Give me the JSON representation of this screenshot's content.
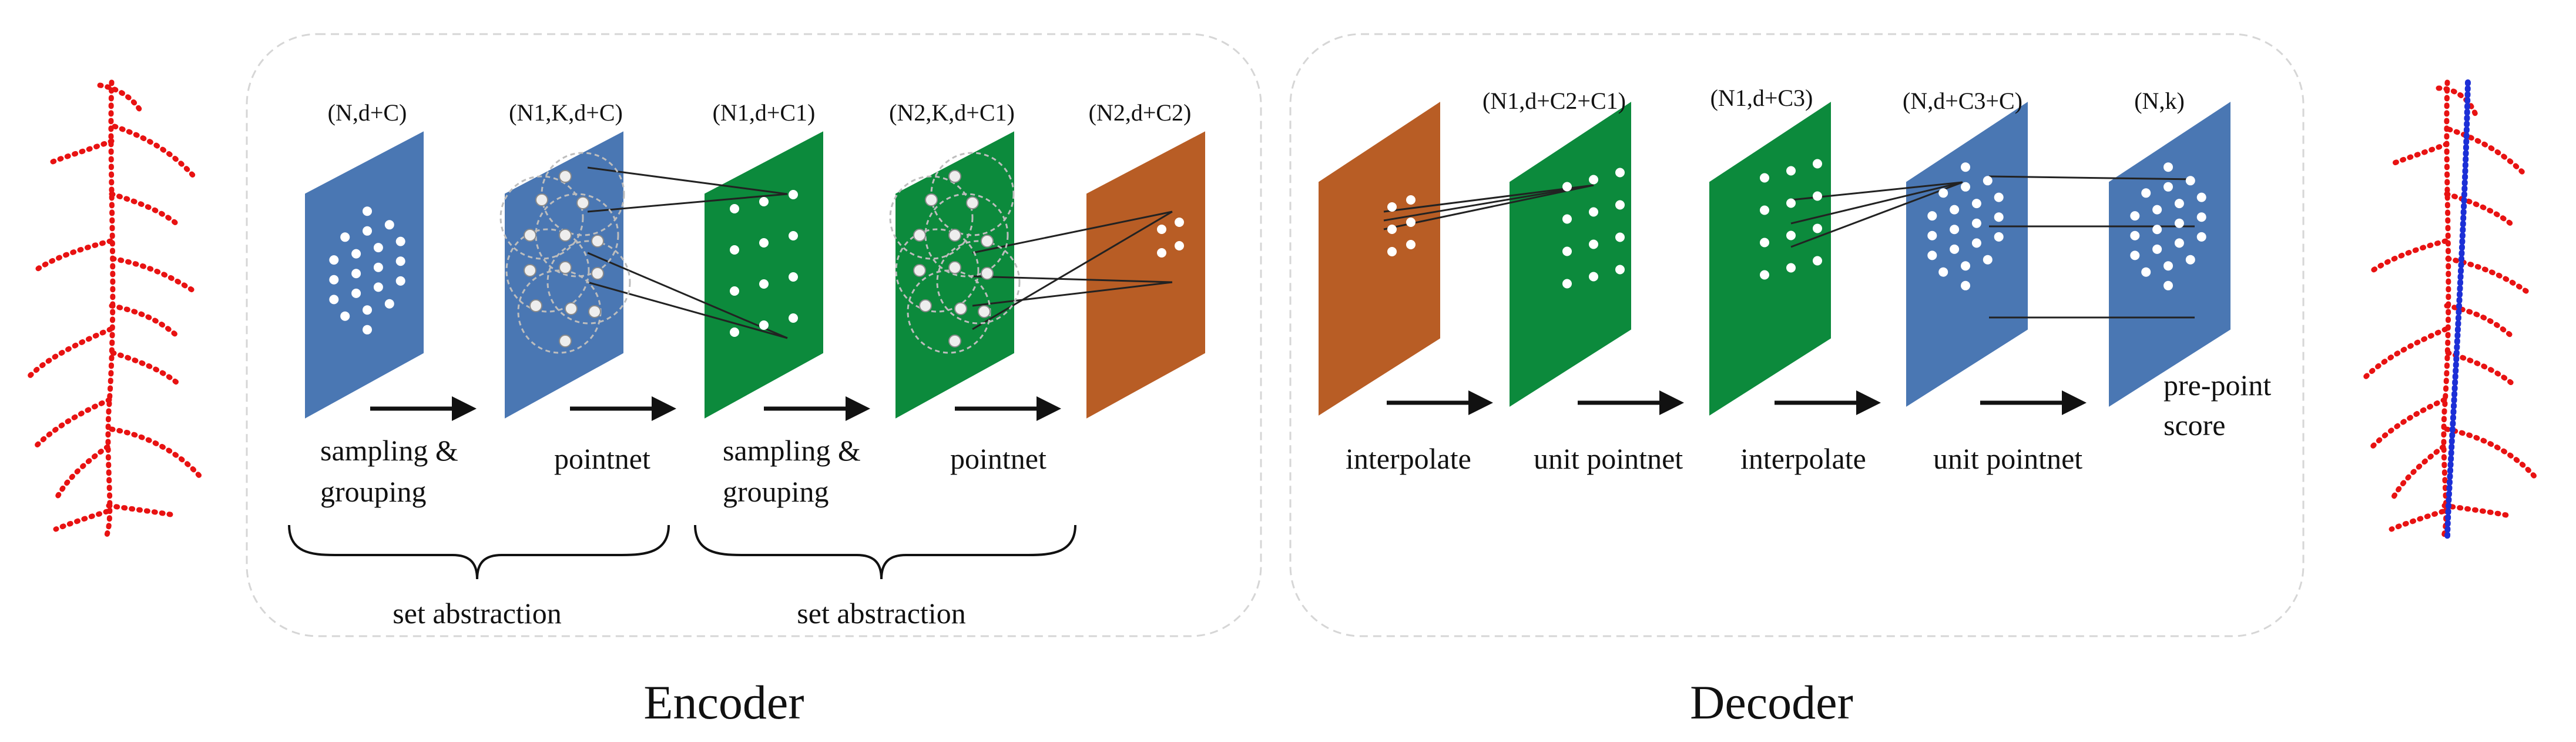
{
  "colors": {
    "blue": "#4a77b3",
    "green": "#0c8a3c",
    "orange": "#b85d25",
    "plant_red": "#e81212",
    "stem_blue": "#1c2fd6"
  },
  "encoder": {
    "title": "Encoder",
    "panels": [
      {
        "dim": "(N,d+C)",
        "color": "blue"
      },
      {
        "dim": "(N1,K,d+C)",
        "color": "blue"
      },
      {
        "dim": "(N1,d+C1)",
        "color": "green"
      },
      {
        "dim": "(N2,K,d+C1)",
        "color": "green"
      },
      {
        "dim": "(N2,d+C2)",
        "color": "orange"
      }
    ],
    "ops": [
      {
        "line1": "sampling  &",
        "line2": "grouping"
      },
      {
        "line1": "pointnet",
        "line2": ""
      },
      {
        "line1": "sampling  &",
        "line2": "grouping"
      },
      {
        "line1": "pointnet",
        "line2": ""
      }
    ],
    "groups": [
      "set abstraction",
      "set abstraction"
    ]
  },
  "decoder": {
    "title": "Decoder",
    "panels": [
      {
        "dim": "",
        "color": "orange"
      },
      {
        "dim": "(N1,d+C2+C1)",
        "color": "green"
      },
      {
        "dim": "(N1,d+C3)",
        "color": "green"
      },
      {
        "dim": "(N,d+C3+C)",
        "color": "blue"
      },
      {
        "dim": "(N,k)",
        "color": "blue"
      }
    ],
    "ops": [
      {
        "line1": "interpolate",
        "line2": ""
      },
      {
        "line1": "unit  pointnet",
        "line2": ""
      },
      {
        "line1": "interpolate",
        "line2": ""
      },
      {
        "line1": "unit  pointnet",
        "line2": ""
      }
    ],
    "output": {
      "line1": "pre-point",
      "line2": "score"
    }
  },
  "images": {
    "input_plant": "point-cloud-plant-icon",
    "output_plant": "segmented-point-cloud-plant-icon"
  }
}
